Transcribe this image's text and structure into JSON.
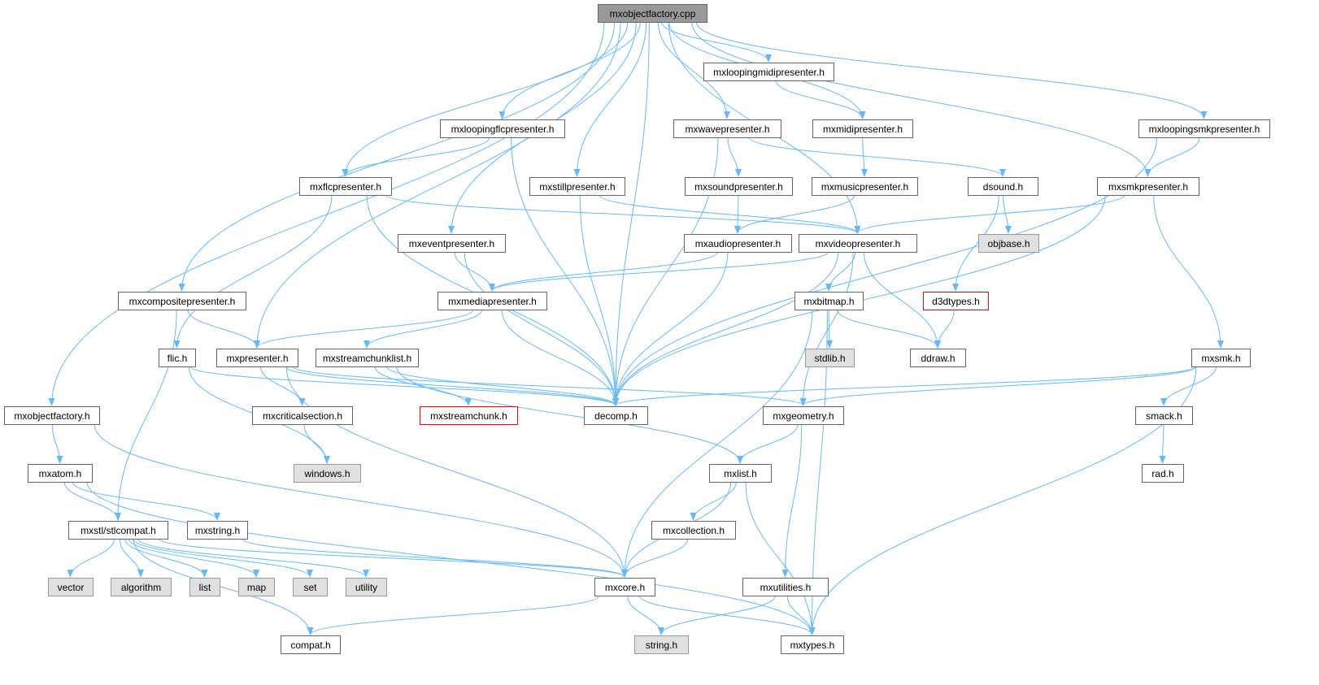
{
  "title": "mxobjectfactory.cpp",
  "colors": {
    "edge": "#63b8ff",
    "border": "#666666",
    "missing": "#ff0000",
    "system_fill": "#e0e0e0",
    "root_fill": "#999999"
  },
  "nodes": [
    {
      "id": "cpp",
      "label": "mxobjectfactory.cpp",
      "kind": "root"
    },
    {
      "id": "loopmidi",
      "label": "mxloopingmidipresenter.h",
      "kind": "normal"
    },
    {
      "id": "loopflc",
      "label": "mxloopingflcpresenter.h",
      "kind": "normal"
    },
    {
      "id": "wave",
      "label": "mxwavepresenter.h",
      "kind": "normal"
    },
    {
      "id": "midi",
      "label": "mxmidipresenter.h",
      "kind": "normal"
    },
    {
      "id": "loopsmk",
      "label": "mxloopingsmkpresenter.h",
      "kind": "normal"
    },
    {
      "id": "flc",
      "label": "mxflcpresenter.h",
      "kind": "normal"
    },
    {
      "id": "still",
      "label": "mxstillpresenter.h",
      "kind": "normal"
    },
    {
      "id": "sound",
      "label": "mxsoundpresenter.h",
      "kind": "normal"
    },
    {
      "id": "music",
      "label": "mxmusicpresenter.h",
      "kind": "normal"
    },
    {
      "id": "dsound",
      "label": "dsound.h",
      "kind": "normal"
    },
    {
      "id": "smkp",
      "label": "mxsmkpresenter.h",
      "kind": "normal"
    },
    {
      "id": "event",
      "label": "mxeventpresenter.h",
      "kind": "normal"
    },
    {
      "id": "audio",
      "label": "mxaudiopresenter.h",
      "kind": "normal"
    },
    {
      "id": "video",
      "label": "mxvideopresenter.h",
      "kind": "normal"
    },
    {
      "id": "objbase",
      "label": "objbase.h",
      "kind": "gray"
    },
    {
      "id": "composite",
      "label": "mxcompositepresenter.h",
      "kind": "normal"
    },
    {
      "id": "media",
      "label": "mxmediapresenter.h",
      "kind": "normal"
    },
    {
      "id": "bitmap",
      "label": "mxbitmap.h",
      "kind": "normal"
    },
    {
      "id": "d3d",
      "label": "d3dtypes.h",
      "kind": "missing"
    },
    {
      "id": "flic",
      "label": "flic.h",
      "kind": "normal"
    },
    {
      "id": "presenter",
      "label": "mxpresenter.h",
      "kind": "normal"
    },
    {
      "id": "chunklist",
      "label": "mxstreamchunklist.h",
      "kind": "normal"
    },
    {
      "id": "stdlib",
      "label": "stdlib.h",
      "kind": "gray"
    },
    {
      "id": "ddraw",
      "label": "ddraw.h",
      "kind": "normal"
    },
    {
      "id": "smk",
      "label": "mxsmk.h",
      "kind": "normal"
    },
    {
      "id": "factoryh",
      "label": "mxobjectfactory.h",
      "kind": "normal"
    },
    {
      "id": "critsec",
      "label": "mxcriticalsection.h",
      "kind": "normal"
    },
    {
      "id": "chunk",
      "label": "mxstreamchunk.h",
      "kind": "missing"
    },
    {
      "id": "decomp",
      "label": "decomp.h",
      "kind": "normal"
    },
    {
      "id": "geometry",
      "label": "mxgeometry.h",
      "kind": "normal"
    },
    {
      "id": "smack",
      "label": "smack.h",
      "kind": "normal"
    },
    {
      "id": "atom",
      "label": "mxatom.h",
      "kind": "normal"
    },
    {
      "id": "windows",
      "label": "windows.h",
      "kind": "gray"
    },
    {
      "id": "list",
      "label": "mxlist.h",
      "kind": "normal"
    },
    {
      "id": "rad",
      "label": "rad.h",
      "kind": "normal"
    },
    {
      "id": "stlcompat",
      "label": "mxstl/stlcompat.h",
      "kind": "normal"
    },
    {
      "id": "string",
      "label": "mxstring.h",
      "kind": "normal"
    },
    {
      "id": "collection",
      "label": "mxcollection.h",
      "kind": "normal"
    },
    {
      "id": "vector",
      "label": "vector",
      "kind": "gray"
    },
    {
      "id": "algorithm",
      "label": "algorithm",
      "kind": "gray"
    },
    {
      "id": "stdlist",
      "label": "list",
      "kind": "gray"
    },
    {
      "id": "map",
      "label": "map",
      "kind": "gray"
    },
    {
      "id": "set",
      "label": "set",
      "kind": "gray"
    },
    {
      "id": "utility",
      "label": "utility",
      "kind": "gray"
    },
    {
      "id": "core",
      "label": "mxcore.h",
      "kind": "normal"
    },
    {
      "id": "utilities",
      "label": "mxutilities.h",
      "kind": "normal"
    },
    {
      "id": "compat",
      "label": "compat.h",
      "kind": "normal"
    },
    {
      "id": "stringh",
      "label": "string.h",
      "kind": "gray"
    },
    {
      "id": "types",
      "label": "mxtypes.h",
      "kind": "normal"
    }
  ],
  "edges": [
    [
      "cpp",
      "loopmidi"
    ],
    [
      "cpp",
      "loopflc"
    ],
    [
      "cpp",
      "wave"
    ],
    [
      "cpp",
      "midi"
    ],
    [
      "cpp",
      "loopsmk"
    ],
    [
      "cpp",
      "flc"
    ],
    [
      "cpp",
      "still"
    ],
    [
      "cpp",
      "smkp"
    ],
    [
      "cpp",
      "event"
    ],
    [
      "cpp",
      "video"
    ],
    [
      "cpp",
      "composite"
    ],
    [
      "cpp",
      "presenter"
    ],
    [
      "cpp",
      "factoryh"
    ],
    [
      "cpp",
      "decomp"
    ],
    [
      "loopmidi",
      "midi"
    ],
    [
      "loopflc",
      "flc"
    ],
    [
      "loopflc",
      "decomp"
    ],
    [
      "wave",
      "sound"
    ],
    [
      "wave",
      "dsound"
    ],
    [
      "wave",
      "decomp"
    ],
    [
      "midi",
      "music"
    ],
    [
      "loopsmk",
      "smkp"
    ],
    [
      "loopsmk",
      "decomp"
    ],
    [
      "flc",
      "flic"
    ],
    [
      "flc",
      "video"
    ],
    [
      "flc",
      "decomp"
    ],
    [
      "still",
      "video"
    ],
    [
      "still",
      "decomp"
    ],
    [
      "sound",
      "audio"
    ],
    [
      "music",
      "audio"
    ],
    [
      "dsound",
      "objbase"
    ],
    [
      "dsound",
      "d3d"
    ],
    [
      "smkp",
      "video"
    ],
    [
      "smkp",
      "decomp"
    ],
    [
      "smkp",
      "smk"
    ],
    [
      "event",
      "media"
    ],
    [
      "event",
      "decomp"
    ],
    [
      "audio",
      "media"
    ],
    [
      "audio",
      "decomp"
    ],
    [
      "video",
      "media"
    ],
    [
      "video",
      "bitmap"
    ],
    [
      "video",
      "ddraw"
    ],
    [
      "video",
      "decomp"
    ],
    [
      "video",
      "geometry"
    ],
    [
      "composite",
      "presenter"
    ],
    [
      "composite",
      "stlcompat"
    ],
    [
      "media",
      "presenter"
    ],
    [
      "media",
      "chunklist"
    ],
    [
      "media",
      "decomp"
    ],
    [
      "bitmap",
      "stdlib"
    ],
    [
      "bitmap",
      "ddraw"
    ],
    [
      "bitmap",
      "core"
    ],
    [
      "bitmap",
      "types"
    ],
    [
      "d3d",
      "ddraw"
    ],
    [
      "flic",
      "windows"
    ],
    [
      "flic",
      "decomp"
    ],
    [
      "presenter",
      "critsec"
    ],
    [
      "presenter",
      "decomp"
    ],
    [
      "presenter",
      "geometry"
    ],
    [
      "presenter",
      "core"
    ],
    [
      "chunklist",
      "chunk"
    ],
    [
      "chunklist",
      "list"
    ],
    [
      "chunklist",
      "decomp"
    ],
    [
      "smk",
      "decomp"
    ],
    [
      "smk",
      "geometry"
    ],
    [
      "smk",
      "smack"
    ],
    [
      "smk",
      "types"
    ],
    [
      "factoryh",
      "atom"
    ],
    [
      "factoryh",
      "core"
    ],
    [
      "critsec",
      "windows"
    ],
    [
      "geometry",
      "list"
    ],
    [
      "geometry",
      "utilities"
    ],
    [
      "smack",
      "rad"
    ],
    [
      "atom",
      "stlcompat"
    ],
    [
      "atom",
      "string"
    ],
    [
      "atom",
      "types"
    ],
    [
      "list",
      "collection"
    ],
    [
      "list",
      "core"
    ],
    [
      "list",
      "types"
    ],
    [
      "stlcompat",
      "vector"
    ],
    [
      "stlcompat",
      "algorithm"
    ],
    [
      "stlcompat",
      "stdlist"
    ],
    [
      "stlcompat",
      "map"
    ],
    [
      "stlcompat",
      "set"
    ],
    [
      "stlcompat",
      "utility"
    ],
    [
      "stlcompat",
      "core"
    ],
    [
      "stlcompat",
      "compat"
    ],
    [
      "string",
      "core"
    ],
    [
      "collection",
      "core"
    ],
    [
      "core",
      "compat"
    ],
    [
      "core",
      "stringh"
    ],
    [
      "core",
      "types"
    ],
    [
      "utilities",
      "stringh"
    ],
    [
      "utilities",
      "types"
    ]
  ]
}
